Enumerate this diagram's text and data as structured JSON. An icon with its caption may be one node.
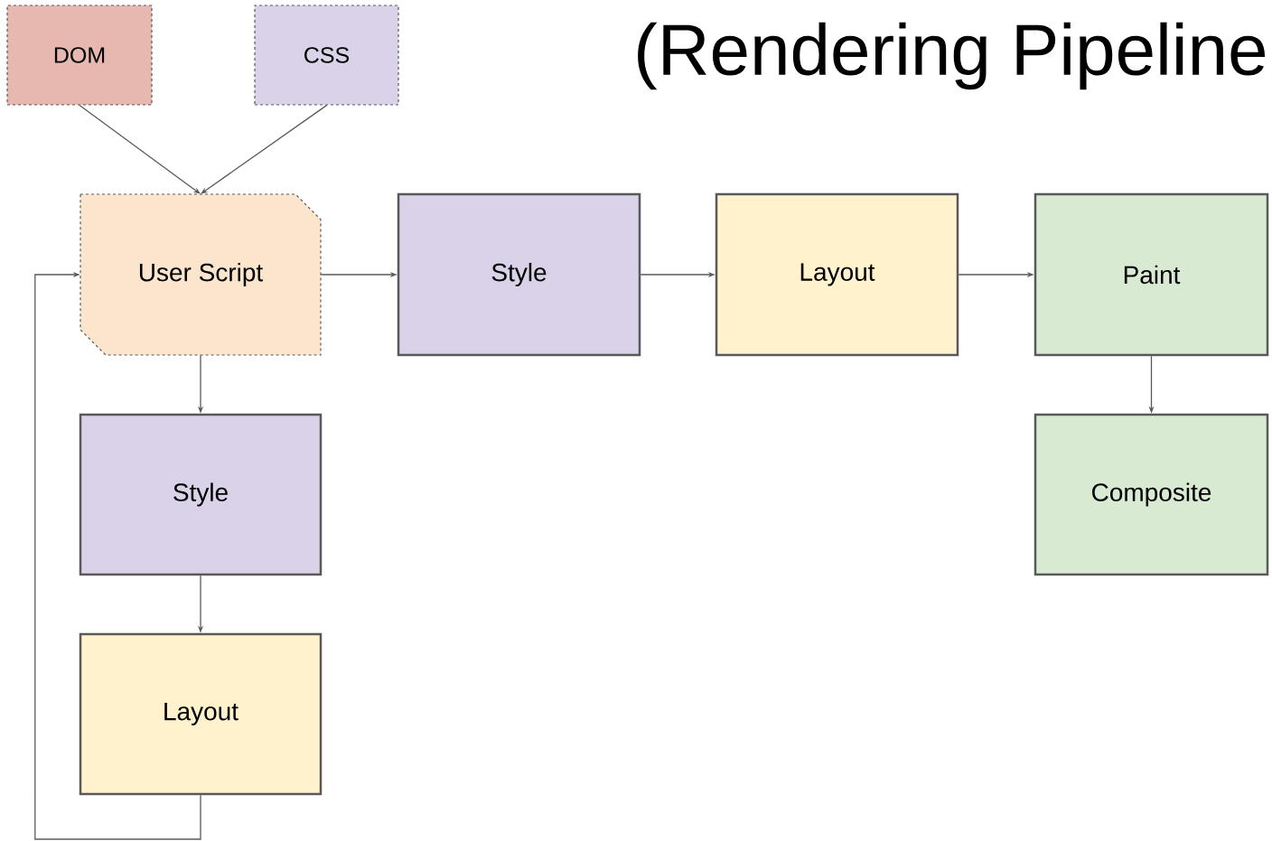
{
  "diagram": {
    "title": "(Rendering Pipeline",
    "nodes": [
      {
        "text": [
          "DOM"
        ]
      },
      {
        "text": [
          "CSS"
        ]
      },
      {
        "text": [
          "User Script"
        ]
      },
      {
        "text": [
          "Style"
        ]
      },
      {
        "text": [
          "Layout"
        ]
      },
      {
        "text": [
          "Paint"
        ]
      },
      {
        "text": [
          "Style"
        ]
      },
      {
        "text": [
          "Layout"
        ]
      },
      {
        "text": [
          "Composite"
        ]
      }
    ],
    "edges": [
      {
        "from": 0,
        "to": 2,
        "arrow": "to"
      },
      {
        "from": 1,
        "to": 2,
        "arrow": "to"
      },
      {
        "from": 2,
        "to": 3,
        "arrow": "to"
      },
      {
        "from": 3,
        "to": 4,
        "arrow": "to"
      },
      {
        "from": 4,
        "to": 5,
        "arrow": "to"
      },
      {
        "from": 5,
        "to": 8,
        "arrow": "to"
      },
      {
        "from": 2,
        "to": 6,
        "arrow": "to"
      },
      {
        "from": 6,
        "to": 7,
        "arrow": "to"
      },
      {
        "from": 7,
        "to": 2,
        "arrow": "to"
      }
    ]
  }
}
